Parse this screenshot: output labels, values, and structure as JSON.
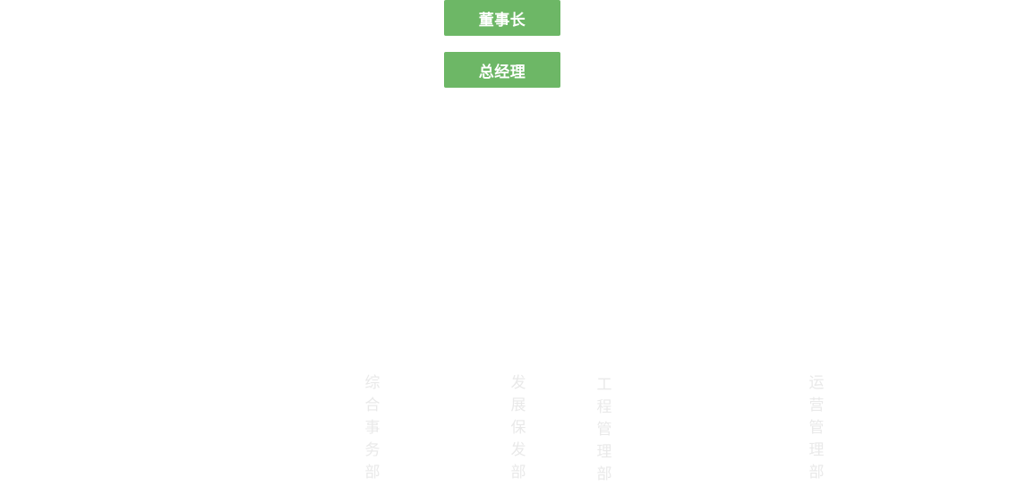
{
  "org_chart": {
    "top": {
      "chairman": "董事长",
      "general_manager": "总经理"
    },
    "departments": [
      {
        "label": "综合事务部"
      },
      {
        "label": "发展保发部"
      },
      {
        "label": "工程管理部"
      },
      {
        "label": "运营管理部"
      }
    ]
  },
  "colors": {
    "node_fill": "#6db766",
    "node_text": "#ffffff",
    "dept_text": "#e9e9e9"
  }
}
